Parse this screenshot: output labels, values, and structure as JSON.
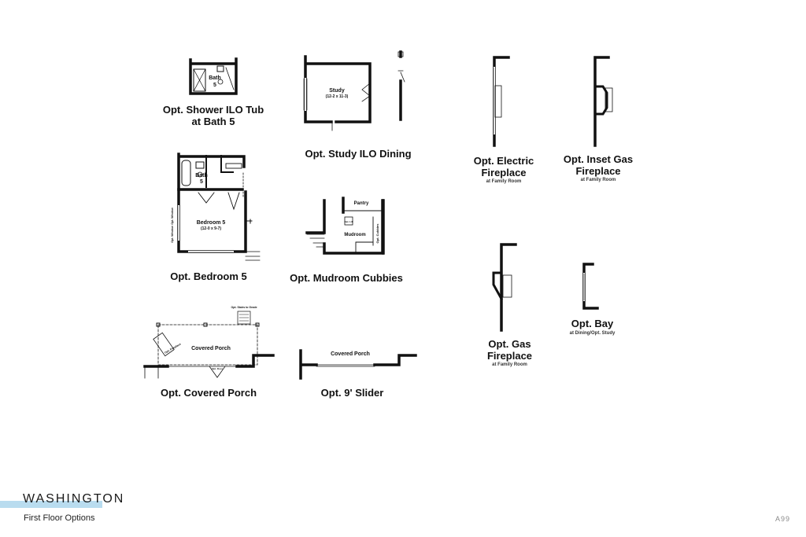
{
  "options": {
    "shower": {
      "line1": "Opt. Shower ILO Tub",
      "line2": "at Bath 5",
      "room_label": "Bath",
      "room_num": "5"
    },
    "study": {
      "caption": "Opt. Study ILO Dining",
      "room_label": "Study",
      "room_dims": "(12-2 x 11-3)"
    },
    "electric_fireplace": {
      "line1": "Opt. Electric",
      "line2": "Fireplace",
      "sub": "at Family Room"
    },
    "inset_gas_fireplace": {
      "line1": "Opt. Inset Gas",
      "line2": "Fireplace",
      "sub": "at Family Room"
    },
    "bedroom": {
      "caption": "Opt. Bedroom 5",
      "bath_label": "Bath",
      "bath_num": "5",
      "room_label": "Bedroom 5",
      "room_dims": "(12-0 x 9-7)",
      "note1": "Opt. Window",
      "note2": "Opt. Window"
    },
    "mudroom": {
      "caption": "Opt. Mudroom Cubbies",
      "pantry": "Pantry",
      "room_label": "Mudroom",
      "cubbies": "Opt. Cubbies",
      "tag": "Opt. L/F"
    },
    "gas_fireplace": {
      "line1": "Opt. Gas",
      "line2": "Fireplace",
      "sub": "at Family Room"
    },
    "bay": {
      "caption": "Opt. Bay",
      "sub": "at Dining/Opt. Study"
    },
    "covered_porch": {
      "caption": "Opt. Covered Porch",
      "room_label": "Covered Porch",
      "note_top": "Opt. Stairs to Grade",
      "note_diag": "Opt. Fireplace",
      "note_door": "Opt. Door"
    },
    "slider": {
      "caption": "Opt. 9' Slider",
      "room_label": "Covered Porch"
    }
  },
  "title_block": {
    "name": "WASHINGTON",
    "subtitle": "First Floor Options",
    "page_code": "A99"
  },
  "colors": {
    "wall": "#111111",
    "accent_bar": "#b9dcef",
    "page_code": "#8a8a8a"
  }
}
